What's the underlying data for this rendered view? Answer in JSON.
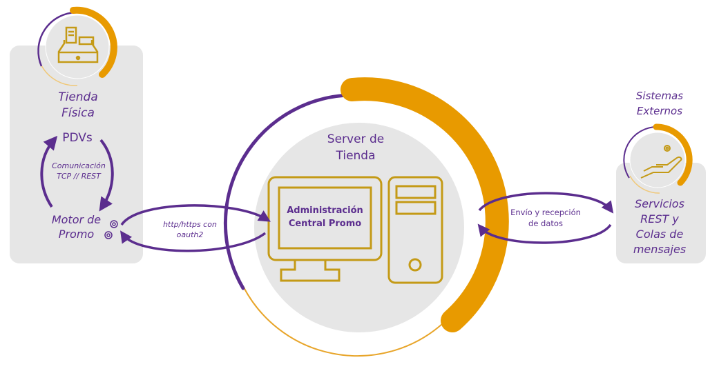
{
  "colors": {
    "purple": "#5b2d8e",
    "orange": "#e89a00",
    "gold": "#c49a16",
    "panel_gray": "#e6e6e6"
  },
  "left_node": {
    "title": "Tienda\nFísica",
    "icon": "cash-register-icon",
    "pdvs": "PDVs",
    "loop_label": "Comunicación\nTCP // REST",
    "engine": "Motor de\nPromo",
    "engine_icon": "gears-icon"
  },
  "left_link": {
    "label": "http/https con\noauth2"
  },
  "center_node": {
    "title": "Server de\nTienda",
    "screen_label": "Administración\nCentral Promo",
    "icon": "desktop-computer-icon"
  },
  "right_link": {
    "label": "Envío y recepción\nde datos"
  },
  "right_node": {
    "heading": "Sistemas\nExternos",
    "icon": "hand-gear-icon",
    "title": "Servicios\nREST y\nColas de\nmensajes"
  }
}
